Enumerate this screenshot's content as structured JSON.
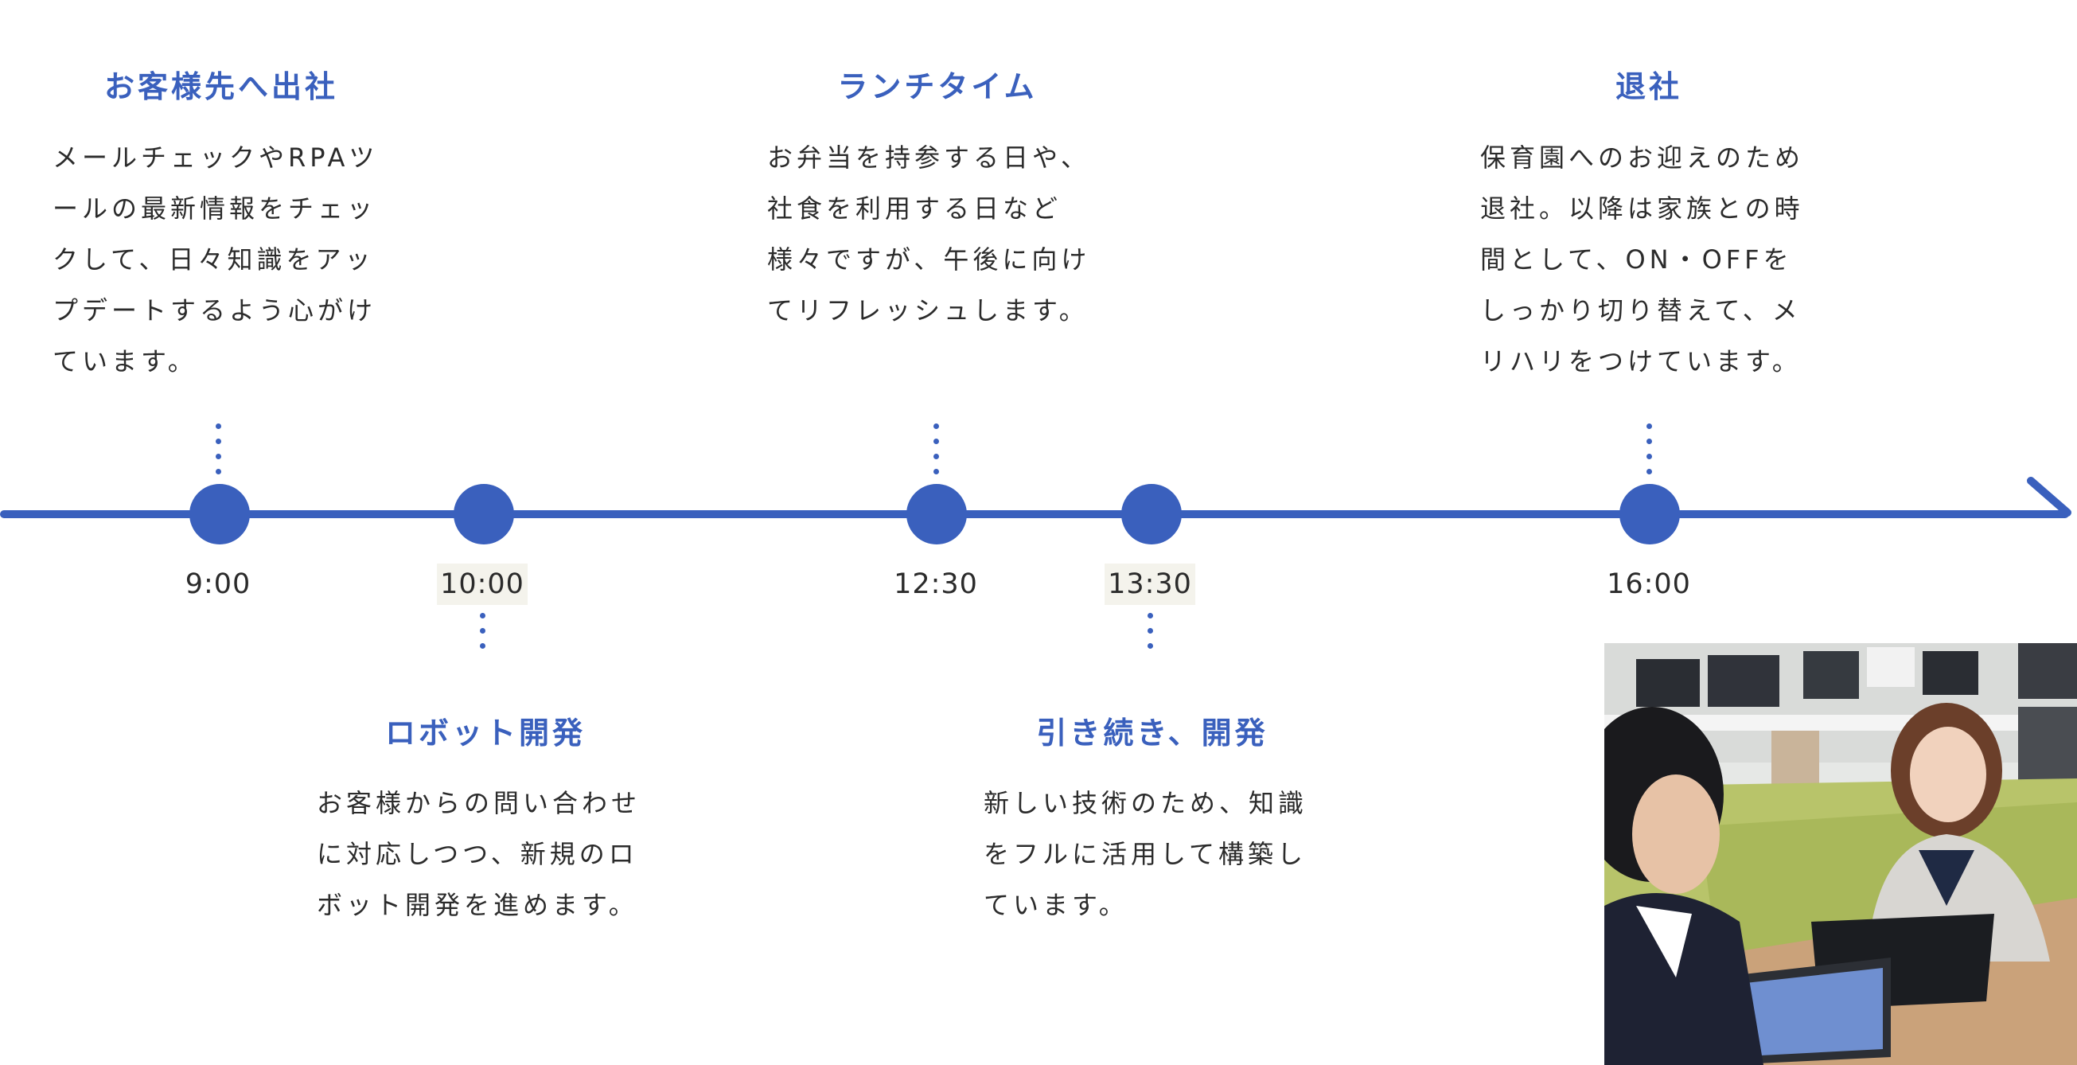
{
  "timeline": {
    "events": [
      {
        "time": "9:00",
        "title": "お客様先へ出社",
        "lines": [
          "メールチェックやRPAツ",
          "ールの最新情報をチェッ",
          "クして、日々知識をアッ",
          "プデートするよう心がけ",
          "ています。"
        ]
      },
      {
        "time": "10:00",
        "title": "ロボット開発",
        "lines": [
          "お客様からの問い合わせ",
          "に対応しつつ、新規のロ",
          "ボット開発を進めます。"
        ]
      },
      {
        "time": "12:30",
        "title": "ランチタイム",
        "lines": [
          "お弁当を持参する日や、",
          "社食を利用する日など",
          "様々ですが、午後に向け",
          "てリフレッシュします。"
        ]
      },
      {
        "time": "13:30",
        "title": "引き続き、開発",
        "lines": [
          "新しい技術のため、知識",
          "をフルに活用して構築し",
          "ています。"
        ]
      },
      {
        "time": "16:00",
        "title": "退社",
        "lines": [
          "保育園へのお迎えのため",
          "退社。以降は家族との時",
          "間として、ON・OFFを",
          "しっかり切り替えて、メ",
          "リハリをつけています。"
        ]
      }
    ]
  },
  "colors": {
    "accent": "#3a60bd",
    "text": "#2b2b2b",
    "time_highlight_bg": "#f4f3ec"
  }
}
